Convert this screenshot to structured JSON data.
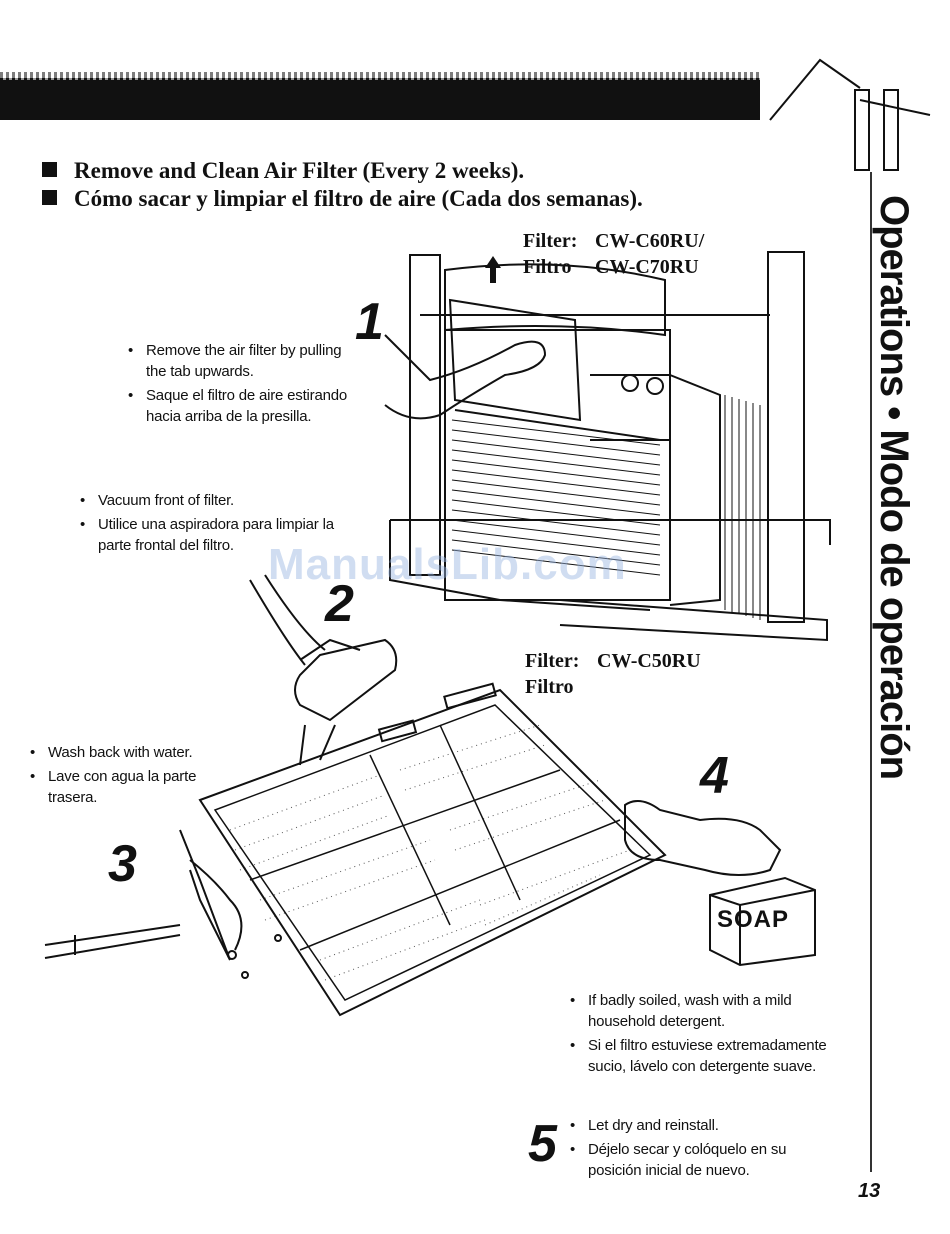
{
  "headings": {
    "english": "Remove and Clean Air Filter (Every 2 weeks).",
    "spanish": "Cómo sacar y limpiar el filtro de aire (Cada dos semanas)."
  },
  "filter_labels": {
    "first": {
      "filter_key": "Filter:",
      "filter_model": "CW-C60RU/",
      "filtro_key": "Filtro",
      "filtro_model": "CW-C70RU"
    },
    "second": {
      "filter_key": "Filter:",
      "filter_model": "CW-C50RU",
      "filtro_key": "Filtro"
    }
  },
  "steps": [
    {
      "number": "1",
      "lines": [
        "Remove the air filter by pulling the tab upwards.",
        "Saque el filtro de aire estirando hacia arriba de la presilla."
      ]
    },
    {
      "number": "2",
      "lines": [
        "Vacuum front of filter.",
        "Utilice una aspiradora para limpiar la parte frontal del filtro."
      ]
    },
    {
      "number": "3",
      "lines": [
        "Wash back with water.",
        "Lave con agua la parte trasera."
      ]
    },
    {
      "number": "4",
      "lines": [
        "If badly soiled, wash with a mild household detergent.",
        "Si el filtro estuviese extremadamente sucio, lávelo con detergente suave."
      ]
    },
    {
      "number": "5",
      "lines": [
        "Let dry and reinstall.",
        "Déjelo secar y colóquelo en su posición inicial de nuevo."
      ]
    }
  ],
  "soap_label": "SOAP",
  "sidebar": {
    "title": "Operations • Modo de operación"
  },
  "page_number": "13",
  "watermark": "ManualsLib.com",
  "icons": [
    "up-arrow-icon",
    "bullet-square-icon"
  ]
}
